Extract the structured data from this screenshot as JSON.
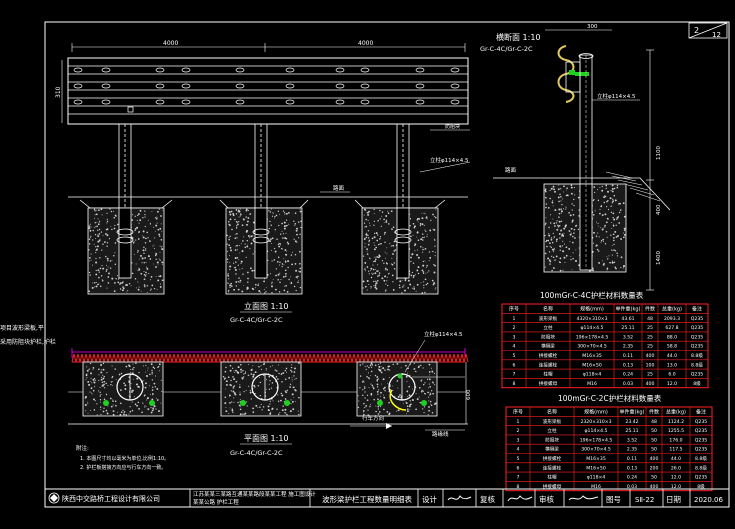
{
  "sheet": {
    "page_no": "2",
    "page_total": "12",
    "bottom_labels": {
      "company": "陕西中交路桥工程设计有限公司",
      "project": "江苏某某三某路互通某某路段某某工程 施工图设计",
      "project_sub": "某某公路 护栏工程",
      "title": "波形梁护栏工程数量明细表",
      "design": "设计",
      "review": "复核",
      "audit": "审核",
      "drawing_no_label": "图号",
      "drawing_no": "SⅡ-22",
      "date_label": "日期",
      "date": "2020.06"
    }
  },
  "elevation": {
    "title": "立面图 1:10",
    "subtitle": "Gr-C-4C/Gr-C-2C",
    "dim_left": "4000",
    "dim_right": "4000",
    "dim_height": "310",
    "label_post": "立柱φ114×4.5",
    "label_block": "防阻块",
    "label_ground": "路面"
  },
  "section": {
    "title": "横断面 1:10",
    "subtitle": "Gr-C-4C/Gr-C-2C",
    "dim_top": "300",
    "dim_h1": "1100",
    "dim_h2": "400",
    "dim_h3": "1400",
    "label_post": "立柱φ114×4.5",
    "label_ground": "路面"
  },
  "plan": {
    "title": "平面图 1:10",
    "subtitle": "Gr-C-4C/Gr-C-2C",
    "dim_side": "600",
    "label_post": "立柱φ114×4.5",
    "label_direction": "行车方向",
    "label_edge": "路缘线",
    "notes_title": "附注:",
    "notes": [
      "1. 本图尺寸均以毫米为单位,比例1:10。",
      "2. 护栏板搭接方向应与行车方向一致。"
    ]
  },
  "left_margin_text": [
    "项目波形梁板,平",
    "采用防阻块护栏,护栏"
  ],
  "table1": {
    "title": "100mGr-C-4C护栏材料数量表",
    "headers": [
      "序号",
      "名称",
      "规格(mm)",
      "单件重(kg)",
      "件数",
      "总重(kg)",
      "备注"
    ],
    "rows": [
      [
        "1",
        "波形梁板",
        "4320×310×3",
        "43.61",
        "48",
        "2093.3",
        "Q235"
      ],
      [
        "2",
        "立柱",
        "φ114×4.5",
        "25.11",
        "25",
        "627.8",
        "Q235"
      ],
      [
        "3",
        "防阻块",
        "196×178×4.5",
        "3.52",
        "25",
        "88.0",
        "Q235"
      ],
      [
        "4",
        "横隔梁",
        "300×70×4.5",
        "2.35",
        "25",
        "58.8",
        "Q235"
      ],
      [
        "5",
        "拼接螺栓",
        "M16×35",
        "0.11",
        "400",
        "44.0",
        "8.8级"
      ],
      [
        "6",
        "连接螺栓",
        "M16×50",
        "0.13",
        "100",
        "13.0",
        "8.8级"
      ],
      [
        "7",
        "柱帽",
        "φ118×4",
        "0.24",
        "25",
        "6.0",
        "Q235"
      ],
      [
        "8",
        "拼接螺母",
        "M16",
        "0.03",
        "400",
        "12.0",
        "8级"
      ]
    ]
  },
  "table2": {
    "title": "100mGr-C-2C护栏材料数量表",
    "headers": [
      "序号",
      "名称",
      "规格(mm)",
      "单件重(kg)",
      "件数",
      "总重(kg)",
      "备注"
    ],
    "rows": [
      [
        "1",
        "波形梁板",
        "2320×310×3",
        "23.42",
        "48",
        "1124.2",
        "Q235"
      ],
      [
        "2",
        "立柱",
        "φ114×4.5",
        "25.11",
        "50",
        "1255.5",
        "Q235"
      ],
      [
        "3",
        "防阻块",
        "196×178×4.5",
        "3.52",
        "50",
        "176.0",
        "Q235"
      ],
      [
        "4",
        "横隔梁",
        "300×70×4.5",
        "2.35",
        "50",
        "117.5",
        "Q235"
      ],
      [
        "5",
        "拼接螺栓",
        "M16×35",
        "0.11",
        "400",
        "44.0",
        "8.8级"
      ],
      [
        "6",
        "连接螺栓",
        "M16×50",
        "0.13",
        "200",
        "26.0",
        "8.8级"
      ],
      [
        "7",
        "柱帽",
        "φ118×4",
        "0.24",
        "50",
        "12.0",
        "Q235"
      ],
      [
        "8",
        "拼接螺母",
        "M16",
        "0.03",
        "400",
        "12.0",
        "8级"
      ]
    ]
  },
  "colors": {
    "background": "#000000",
    "frame": "#ffffff",
    "red": "#ff2020",
    "magenta": "#ff00ff",
    "green": "#20d020",
    "yellow": "#ffff00",
    "gray": "#808080"
  }
}
